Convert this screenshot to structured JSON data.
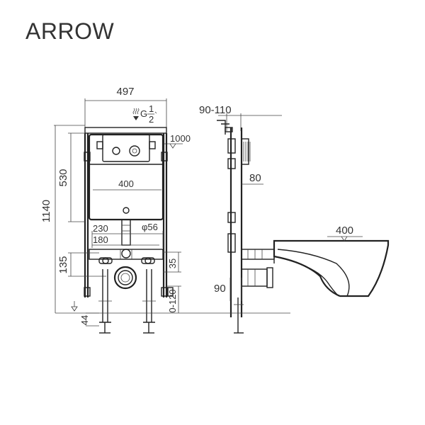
{
  "brand": "ARROW",
  "front_view": {
    "width_label": "497",
    "water_inlet_label": "G",
    "water_inlet_fraction_num": "1",
    "water_inlet_fraction_den": "2",
    "inlet_height_label": "1000",
    "cistern_height_label": "530",
    "cistern_width_label": "400",
    "total_height_label": "1140",
    "outlet_spacing_label": "230",
    "outlet_diameter_label": "φ56",
    "bolt_spacing_label": "180",
    "bolt_height_label": "135",
    "bolt_offset_label": "35",
    "leg_adjust_label": "0-120",
    "floor_offset_label": "44"
  },
  "side_view": {
    "depth_label": "90-110",
    "frame_depth_label": "80",
    "pipe_offset_label": "90",
    "bowl_length_label": "400"
  }
}
